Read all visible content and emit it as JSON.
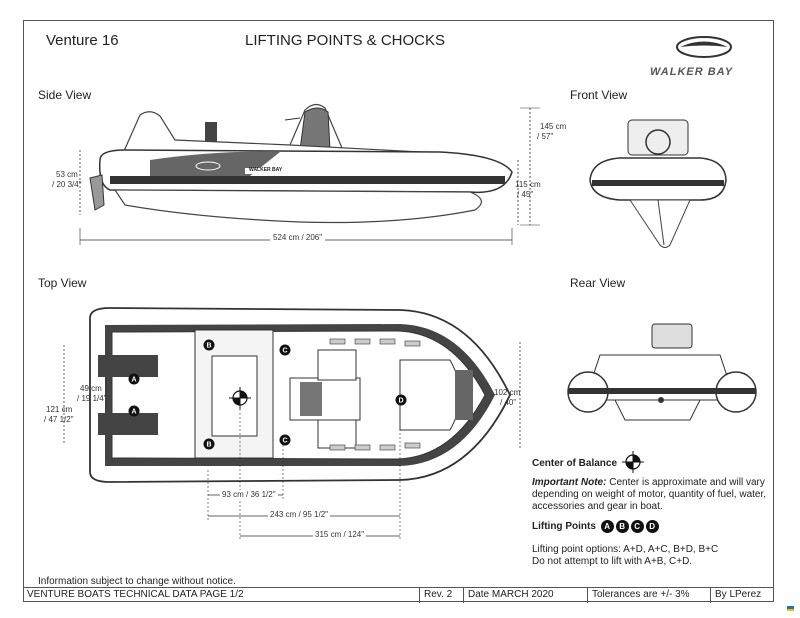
{
  "header": {
    "model": "Venture 16",
    "title": "LIFTING POINTS & CHOCKS",
    "brand": "WALKER BAY"
  },
  "views": {
    "side": "Side View",
    "front": "Front View",
    "top": "Top View",
    "rear": "Rear View"
  },
  "dimensions": {
    "side_height_a": "53 cm",
    "side_height_b": "/ 20 3/4\"",
    "side_length": "524 cm / 206\"",
    "side_top_a": "145 cm",
    "side_top_b": "/ 57\"",
    "side_mid_a": "115 cm",
    "side_mid_b": "/ 45\"",
    "top_inner_a": "49 cm",
    "top_inner_b": "/ 19 1/4\"",
    "top_outer_a": "121 cm",
    "top_outer_b": "/ 47 1/2\"",
    "top_beam_a": "102 cm",
    "top_beam_b": "/ 40\"",
    "top_d1": "93 cm / 36 1/2\"",
    "top_d2": "243 cm / 95 1/2\"",
    "top_d3": "315 cm / 124\"",
    "hull_text": "WALKER BAY"
  },
  "lifting_points": [
    "A",
    "B",
    "C",
    "D"
  ],
  "notes": {
    "center_label": "Center of Balance",
    "important_label": "Important Note:",
    "important_text": " Center is approximate and will vary depending on weight of motor, quantity of fuel, water, accessories and gear in boat.",
    "lifting_label": "Lifting Points",
    "options": "Lifting point options: A+D, A+C, B+D, B+C",
    "warning": "Do not attempt to lift with A+B, C+D.",
    "disclaimer": "Information subject to change without notice."
  },
  "footer": {
    "doc": "VENTURE  BOATS TECHNICAL DATA PAGE 1/2",
    "rev": "Rev. 2",
    "date": "Date MARCH 2020",
    "tolerance": "Tolerances are +/- 3%",
    "author": "By LPerez"
  },
  "colors": {
    "tube": "#333333",
    "line": "#555555",
    "accent_blue": "#1e73be",
    "accent_yellow": "#f2c200"
  }
}
